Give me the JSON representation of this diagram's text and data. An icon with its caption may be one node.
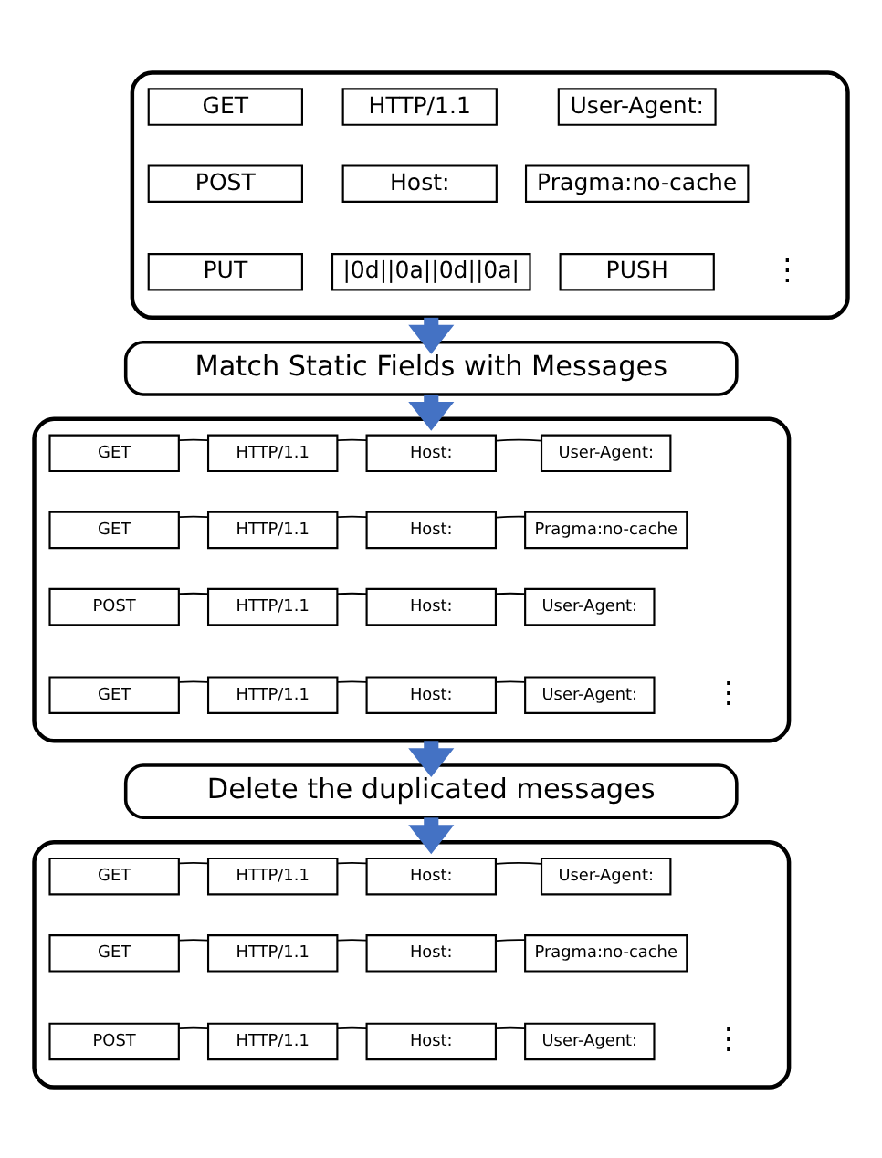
{
  "diagram": {
    "nodes": [
      {
        "text": [],
        "shape": "box"
      },
      {
        "text": [
          "GET"
        ],
        "in": 0
      },
      {
        "text": [
          "HTTP/1.1"
        ],
        "in": 0
      },
      {
        "text": [
          "User-Agent:"
        ],
        "in": 0
      },
      {
        "text": [
          "POST"
        ],
        "in": 0
      },
      {
        "text": [
          "Host:"
        ],
        "in": 0
      },
      {
        "text": [
          "Pragma:no-cache"
        ],
        "in": 0
      },
      {
        "text": [
          "PUT"
        ],
        "in": 0
      },
      {
        "text": [
          "|0d||0a||0d||0a|"
        ],
        "in": 0
      },
      {
        "text": [
          "PUSH"
        ],
        "in": 0
      },
      {
        "text": [
          "Match Static Fields with Messages"
        ]
      },
      {
        "text": [],
        "shape": "box"
      },
      {
        "text": [
          "GET"
        ],
        "in": 11
      },
      {
        "text": [
          "HTTP/1.1"
        ],
        "in": 11
      },
      {
        "text": [
          "Host:"
        ],
        "in": 11
      },
      {
        "text": [
          "User-Agent:"
        ],
        "in": 11
      },
      {
        "text": [
          "GET"
        ],
        "in": 11
      },
      {
        "text": [
          "HTTP/1.1"
        ],
        "in": 11
      },
      {
        "text": [
          "Host:"
        ],
        "in": 11
      },
      {
        "text": [
          "Pragma:no-cache"
        ],
        "in": 11
      },
      {
        "text": [
          "POST"
        ],
        "in": 11
      },
      {
        "text": [
          "HTTP/1.1"
        ],
        "in": 11
      },
      {
        "text": [
          "Host:"
        ],
        "in": 11
      },
      {
        "text": [
          "User-Agent:"
        ],
        "in": 11
      },
      {
        "text": [
          "GET"
        ],
        "in": 11
      },
      {
        "text": [
          "HTTP/1.1"
        ],
        "in": 11
      },
      {
        "text": [
          "Host:"
        ],
        "in": 11
      },
      {
        "text": [
          "User-Agent:"
        ],
        "in": 11
      },
      {
        "text": [
          "Delete the duplicated messages"
        ]
      },
      {
        "text": [],
        "shape": "box"
      },
      {
        "text": [
          "GET"
        ],
        "in": 29
      },
      {
        "text": [
          "HTTP/1.1"
        ],
        "in": 29
      },
      {
        "text": [
          "Host:"
        ],
        "in": 29
      },
      {
        "text": [
          "User-Agent:"
        ],
        "in": 29
      },
      {
        "text": [
          "GET"
        ],
        "in": 29
      },
      {
        "text": [
          "HTTP/1.1"
        ],
        "in": 29
      },
      {
        "text": [
          "Host:"
        ],
        "in": 29
      },
      {
        "text": [
          "Pragma:no-cache"
        ],
        "in": 29
      },
      {
        "text": [
          "POST"
        ],
        "in": 29
      },
      {
        "text": [
          "HTTP/1.1"
        ],
        "in": 29
      },
      {
        "text": [
          "Host:"
        ],
        "in": 29
      },
      {
        "text": [
          "User-Agent:"
        ],
        "in": 29
      }
    ],
    "edges": [
      {
        "from": 0,
        "to": 10,
        "arrow": "to",
        "style": "thick",
        "color": "#4472c4"
      },
      {
        "from": 10,
        "to": 11,
        "arrow": "to",
        "style": "thick",
        "color": "#4472c4"
      },
      {
        "from": 12,
        "to": 13,
        "arrow": "none"
      },
      {
        "from": 13,
        "to": 14,
        "arrow": "none"
      },
      {
        "from": 14,
        "to": 15,
        "arrow": "none"
      },
      {
        "from": 16,
        "to": 17,
        "arrow": "none"
      },
      {
        "from": 17,
        "to": 18,
        "arrow": "none"
      },
      {
        "from": 18,
        "to": 19,
        "arrow": "none"
      },
      {
        "from": 20,
        "to": 21,
        "arrow": "none"
      },
      {
        "from": 21,
        "to": 22,
        "arrow": "none"
      },
      {
        "from": 22,
        "to": 23,
        "arrow": "none"
      },
      {
        "from": 24,
        "to": 25,
        "arrow": "none"
      },
      {
        "from": 25,
        "to": 26,
        "arrow": "none"
      },
      {
        "from": 26,
        "to": 27,
        "arrow": "none"
      },
      {
        "from": 11,
        "to": 28,
        "arrow": "to",
        "style": "thick",
        "color": "#4472c4"
      },
      {
        "from": 28,
        "to": 29,
        "arrow": "to",
        "style": "thick",
        "color": "#4472c4"
      },
      {
        "from": 30,
        "to": 31,
        "arrow": "none"
      },
      {
        "from": 31,
        "to": 32,
        "arrow": "none"
      },
      {
        "from": 32,
        "to": 33,
        "arrow": "none"
      },
      {
        "from": 34,
        "to": 35,
        "arrow": "none"
      },
      {
        "from": 35,
        "to": 36,
        "arrow": "none"
      },
      {
        "from": 36,
        "to": 37,
        "arrow": "none"
      },
      {
        "from": 38,
        "to": 39,
        "arrow": "none"
      },
      {
        "from": 39,
        "to": 40,
        "arrow": "none"
      },
      {
        "from": 40,
        "to": 41,
        "arrow": "none"
      }
    ],
    "labels": [
      "⋮",
      "⋮",
      "⋮"
    ]
  }
}
